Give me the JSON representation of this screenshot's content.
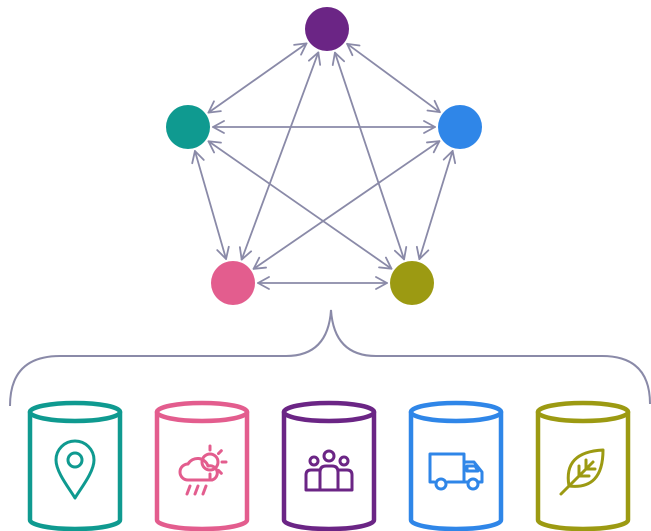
{
  "colors": {
    "edge": "#8a8aa8",
    "bracket": "#8a8aa8"
  },
  "nodes": [
    {
      "id": "purple",
      "color": "#6b2585"
    },
    {
      "id": "teal",
      "color": "#0f9a90"
    },
    {
      "id": "blue",
      "color": "#2f86e8"
    },
    {
      "id": "pink",
      "color": "#e35d8e"
    },
    {
      "id": "olive",
      "color": "#9c9a12"
    }
  ],
  "edges": [
    [
      "purple",
      "teal"
    ],
    [
      "purple",
      "blue"
    ],
    [
      "purple",
      "pink"
    ],
    [
      "purple",
      "olive"
    ],
    [
      "teal",
      "blue"
    ],
    [
      "teal",
      "pink"
    ],
    [
      "teal",
      "olive"
    ],
    [
      "blue",
      "pink"
    ],
    [
      "blue",
      "olive"
    ],
    [
      "pink",
      "olive"
    ]
  ],
  "databases": [
    {
      "color": "#0f9a90",
      "icon": "map-pin-icon"
    },
    {
      "color": "#e35d8e",
      "icon": "weather-icon"
    },
    {
      "color": "#6b2585",
      "icon": "people-icon"
    },
    {
      "color": "#2f86e8",
      "icon": "truck-icon"
    },
    {
      "color": "#9c9a12",
      "icon": "leaf-icon"
    }
  ]
}
